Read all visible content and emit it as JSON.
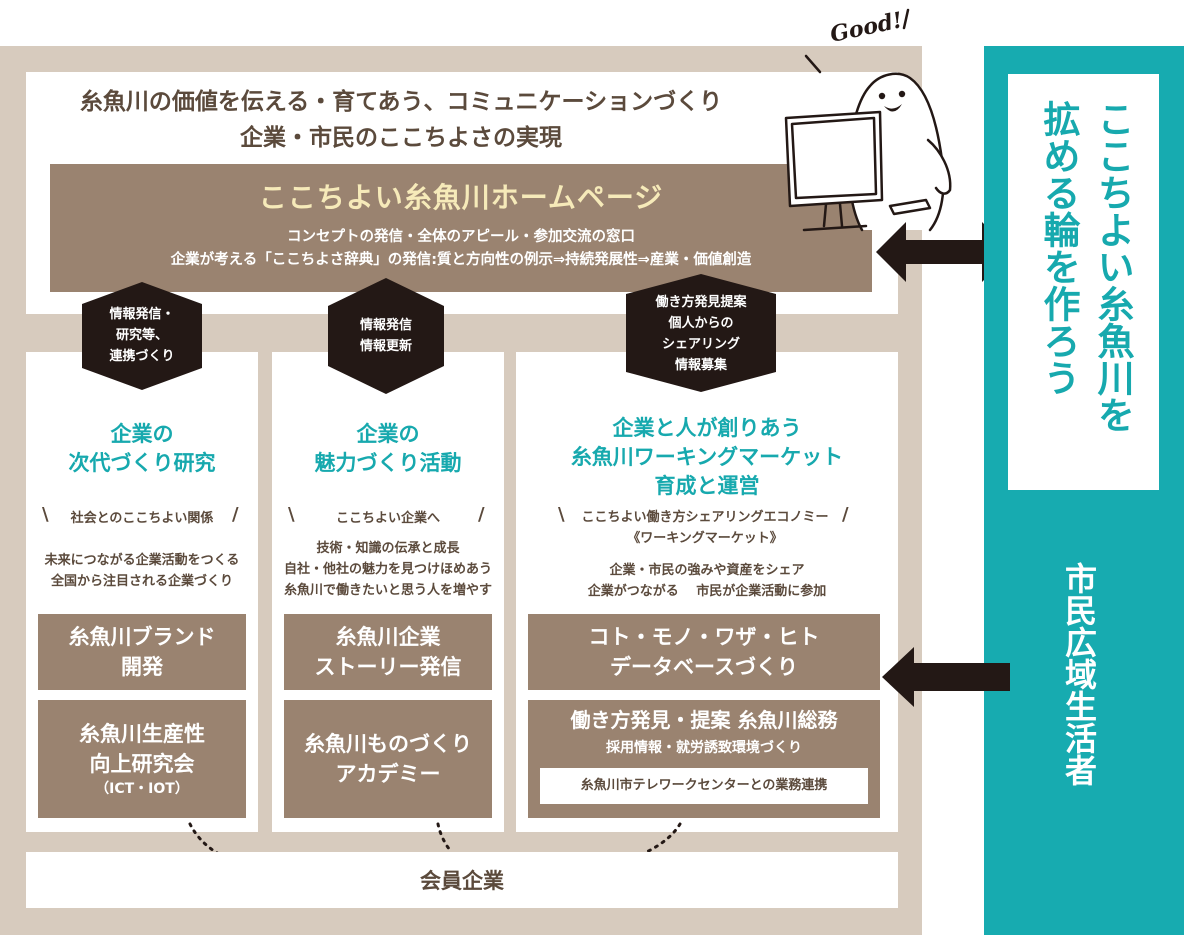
{
  "header": {
    "line1": "糸魚川の価値を伝える・育てあう、コミュニケーションづくり",
    "line2": "企業・市民のここちよさの実現"
  },
  "homepage": {
    "title": "ここちよい糸魚川ホームページ",
    "desc1": "コンセプトの発信・全体のアピール・参加交流の窓口",
    "desc2": "企業が考える「ここちよさ辞典」の発信:質と方向性の例示⇒持続発展性⇒産業・価値創造"
  },
  "good_note": "Good!",
  "arrows": [
    {
      "lines": [
        "情報発信・",
        "研究等、",
        "連携づくり"
      ]
    },
    {
      "lines": [
        "情報発信",
        "情報更新"
      ]
    },
    {
      "lines": [
        "働き方発見提案",
        "個人からの",
        "シェアリング",
        "情報募集"
      ]
    }
  ],
  "columns": [
    {
      "title": [
        "企業の",
        "次代づくり研究"
      ],
      "tagline": "社会とのここちよい関係",
      "desc": [
        "未来につながる企業活動をつくる",
        "全国から注目される企業づくり"
      ],
      "box1": [
        "糸魚川ブランド",
        "開発"
      ],
      "box2": [
        "糸魚川生産性",
        "向上研究会"
      ],
      "box2_note": "（ICT・IOT）"
    },
    {
      "title": [
        "企業の",
        "魅力づくり活動"
      ],
      "tagline": "ここちよい企業へ",
      "desc": [
        "技術・知識の伝承と成長",
        "自社・他社の魅力を見つけほめあう",
        "糸魚川で働きたいと思う人を増やす"
      ],
      "box1": [
        "糸魚川企業",
        "ストーリー発信"
      ],
      "box2": [
        "糸魚川ものづくり",
        "アカデミー"
      ]
    },
    {
      "title": [
        "企業と人が創りあう",
        "糸魚川ワーキングマーケット",
        "育成と運営"
      ],
      "tagline": "ここちよい働き方シェアリングエコノミー",
      "tagline2": "《ワーキングマーケット》",
      "desc": [
        "企業・市民の強みや資産をシェア",
        "企業がつながる　 市民が企業活動に参加"
      ],
      "box1": [
        "コト・モノ・ワザ・ヒト",
        "データベースづくり"
      ],
      "box2_title": "働き方発見・提案 糸魚川総務",
      "box2_sub": "採用情報・就労誘致環境づくり",
      "box2_inner": "糸魚川市テレワークセンターとの業務連携"
    }
  ],
  "footer": {
    "label": "会員企業"
  },
  "right_panel": {
    "slogan_col1": "ここちよい糸魚川を",
    "slogan_col2": "拡める輪を作ろう",
    "citizens": "市民広域生活者"
  },
  "colors": {
    "frame": "#d7cbbe",
    "brown_box": "#9a8370",
    "teal": "#17abb0",
    "title_text": "#17a9ae",
    "homepage_title": "#f6eab9",
    "arrow": "#231815"
  }
}
